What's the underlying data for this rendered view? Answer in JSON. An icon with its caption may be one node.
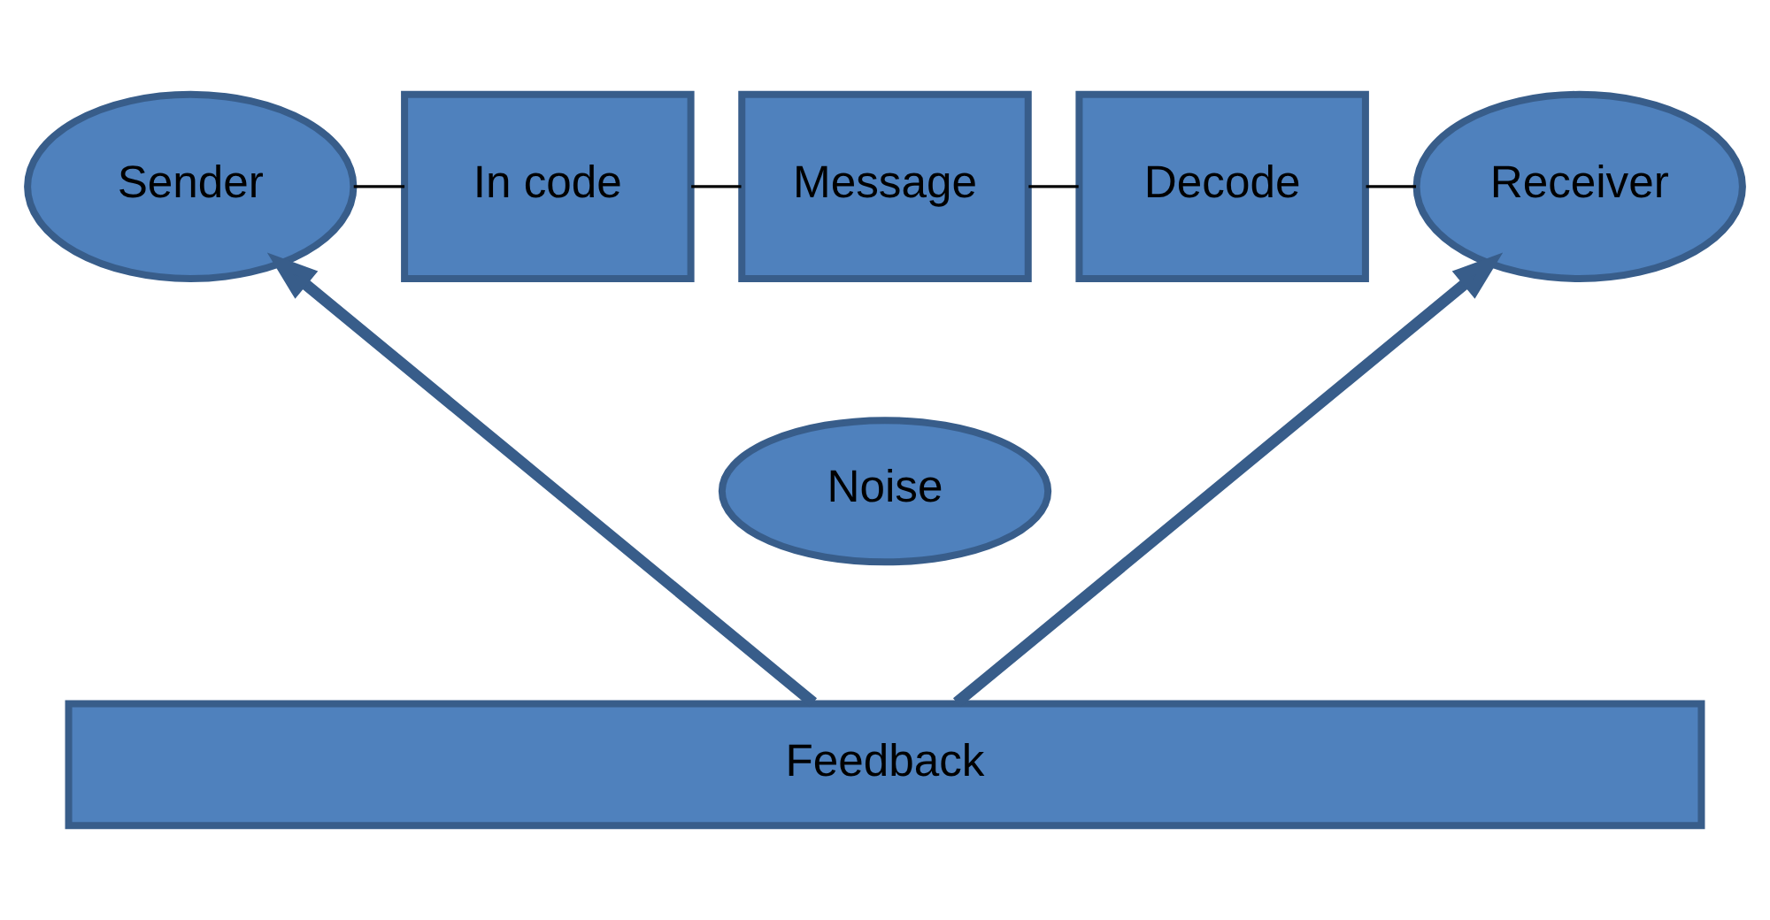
{
  "diagram": {
    "nodes": [
      {
        "text": [
          "Sender"
        ]
      },
      {
        "text": [
          "In code"
        ]
      },
      {
        "text": [
          "Message"
        ]
      },
      {
        "text": [
          "Decode"
        ]
      },
      {
        "text": [
          "Receiver"
        ]
      },
      {
        "text": [
          "Noise"
        ]
      },
      {
        "text": [
          "Feedback"
        ]
      }
    ],
    "edges": [
      {
        "from": 0,
        "to": 1,
        "arrow": "none"
      },
      {
        "from": 1,
        "to": 2,
        "arrow": "none"
      },
      {
        "from": 2,
        "to": 3,
        "arrow": "none"
      },
      {
        "from": 3,
        "to": 4,
        "arrow": "none"
      },
      {
        "from": 6,
        "to": 0,
        "arrow": "to",
        "style": "thick",
        "color": "#385d8a"
      },
      {
        "from": 6,
        "to": 4,
        "arrow": "to",
        "style": "thick",
        "color": "#385d8a"
      }
    ]
  }
}
